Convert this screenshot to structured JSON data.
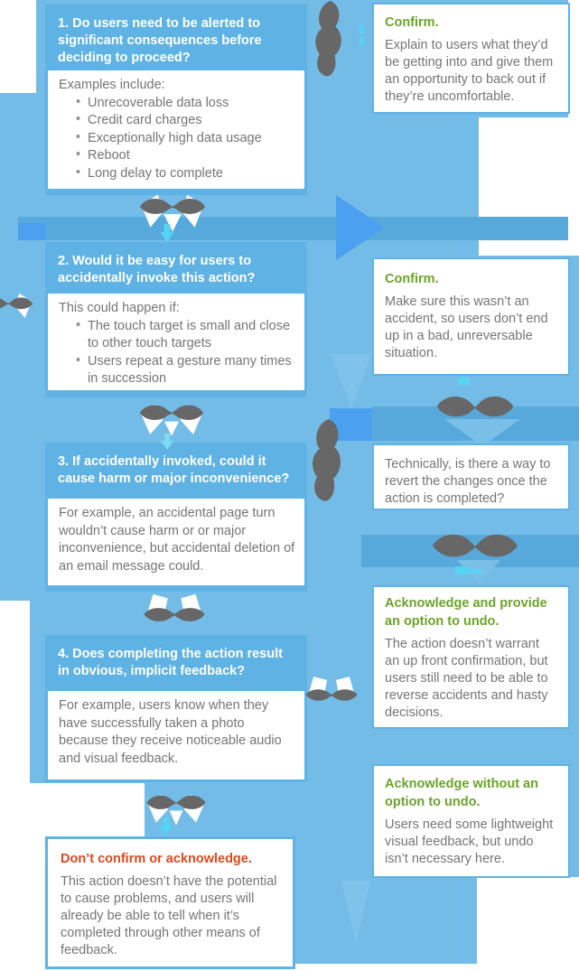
{
  "palette": {
    "card_blue": "#5FB2E4",
    "background_blue": "#73BCE8",
    "dark_band_blue": "#57A9DC",
    "bright_accent_blue": "#4BA0F0",
    "cyan_artifact": "#55D4F4",
    "box_border_blue": "#5FB2E3",
    "heading_green": "#6BA32A",
    "heading_orange": "#D8491E",
    "body_text_gray": "#757575",
    "connector_gray": "#676767",
    "question_text_white": "#FFFFFF"
  },
  "icons": {
    "connector_blob": "abstract gray arrow connector",
    "cyan_down_arrow": "small cyan down arrow"
  },
  "questions": [
    {
      "title": "1. Do users need to be alerted to significant consequences before deciding to proceed?",
      "intro": "Examples include:",
      "bullets": [
        "Unrecoverable data loss",
        "Credit card charges",
        "Exceptionally high data usage",
        "Reboot",
        "Long delay to complete"
      ]
    },
    {
      "title": "2. Would it be easy for users to accidentally invoke this action?",
      "intro": "This could happen if:",
      "bullets": [
        "The touch target is small and close to other touch targets",
        "Users repeat a gesture many times in succession"
      ]
    },
    {
      "title": "3. If accidentally invoked, could it cause harm or major inconvenience?",
      "body": "For example, an accidental page turn wouldn’t cause harm or or major inconvenience, but accidental deletion of an email message could."
    },
    {
      "title": "4. Does completing the action result in obvious, implicit feedback?",
      "body": "For example, users know when they have successfully taken a photo because they receive noticeable audio and visual feedback."
    }
  ],
  "outcomes": [
    {
      "heading": "Confirm.",
      "body": "Explain to users what they’d be getting into and give them an opportunity to back out if they’re uncomfortable."
    },
    {
      "heading": "Confirm.",
      "body": "Make sure this wasn’t an accident, so users don’t end up in a bad, unreversable situation."
    },
    {
      "heading": "",
      "body": "Technically, is there a way to revert the changes once the action is completed?"
    },
    {
      "heading": "Acknowledge and provide an option to undo.",
      "body": "The action doesn’t warrant an up front confirmation, but users still need to be able to reverse accidents and hasty decisions."
    },
    {
      "heading": "Acknowledge without an option to undo.",
      "body": "Users need some lightweight visual feedback, but undo isn’t necessary here."
    },
    {
      "heading": "Don’t confirm or acknowledge.",
      "body": "This action doesn’t have the potential to cause problems, and users will already be able to tell when it’s completed through other means of feedback."
    }
  ]
}
